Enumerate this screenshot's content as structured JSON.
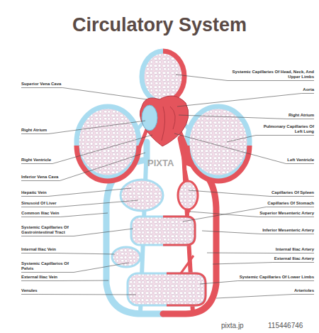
{
  "diagram": {
    "title": "Circulatory System",
    "labels": [
      "Superior Vena Cava",
      "Right Atrium",
      "Right Ventricle",
      "Inferior Vena Cava",
      "Hepatic Vein",
      "Sinusoid Of Liver",
      "Common Iliac Vein",
      "Systemic Capillaries Of Gastrointestinal Tract",
      "Internal Iliac Vein",
      "Systemic Capillarios Of Pelvis",
      "External Iliac Vein",
      "Venules",
      "Systemic Capillaries Of Head, Neck, And Upper Limbs",
      "Aorta",
      "Right Atrium",
      "Pulmonary Capillaries Of Left Lung",
      "Left Ventricle",
      "Capillaries Of Spleen",
      "Capillaries Of Stomach",
      "Superior Mesenteric Artery",
      "Inferior Mesenteric Artery",
      "Internal Iliac Artery",
      "External Iliac Artery",
      "Systemic Capillaries Of Lower Limbs",
      "Arterioles",
      "PIXTA",
      "pixta.jp",
      "115446746"
    ]
  }
}
